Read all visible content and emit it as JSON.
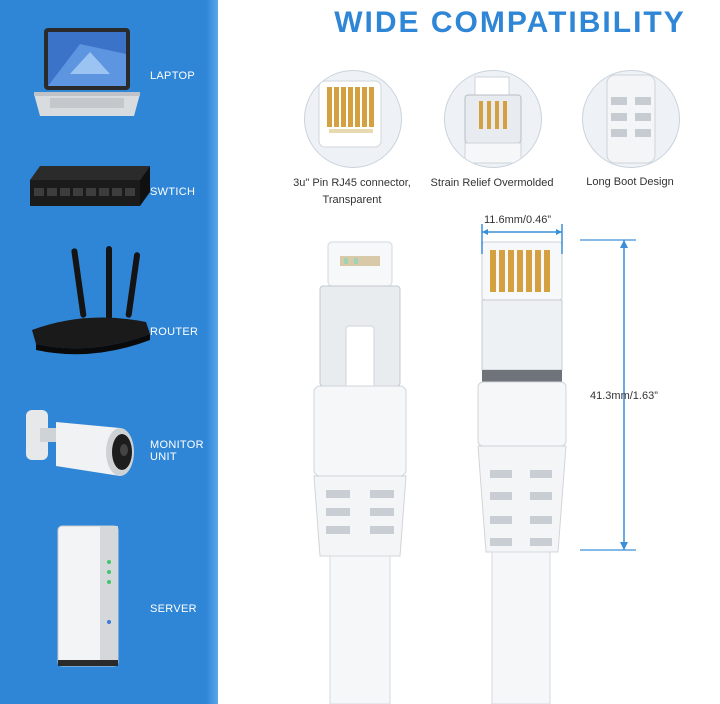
{
  "title": "WIDE COMPATIBILITY",
  "devices": [
    {
      "label": "LAPTOP",
      "icon": "laptop-icon"
    },
    {
      "label": "SWTICH",
      "icon": "network-switch-icon"
    },
    {
      "label": "ROUTER",
      "icon": "router-icon"
    },
    {
      "label": "MONITOR UNIT",
      "icon": "camera-icon"
    },
    {
      "label": "SERVER",
      "icon": "server-icon"
    }
  ],
  "features": [
    {
      "line1": "3u\" Pin RJ45 connector,",
      "line2": "Transparent",
      "icon": "rj45-pins-icon"
    },
    {
      "line1": "Strain Relief Overmolded",
      "icon": "strain-relief-icon"
    },
    {
      "line1": "Long Boot Design",
      "icon": "long-boot-icon"
    }
  ],
  "dimensions": {
    "width": "11.6mm/0.46”",
    "length": "41.3mm/1.63”"
  },
  "colors": {
    "accent": "#2f86d6",
    "dimension_line": "#3a8fd9",
    "pin_gold": "#d4a040"
  }
}
